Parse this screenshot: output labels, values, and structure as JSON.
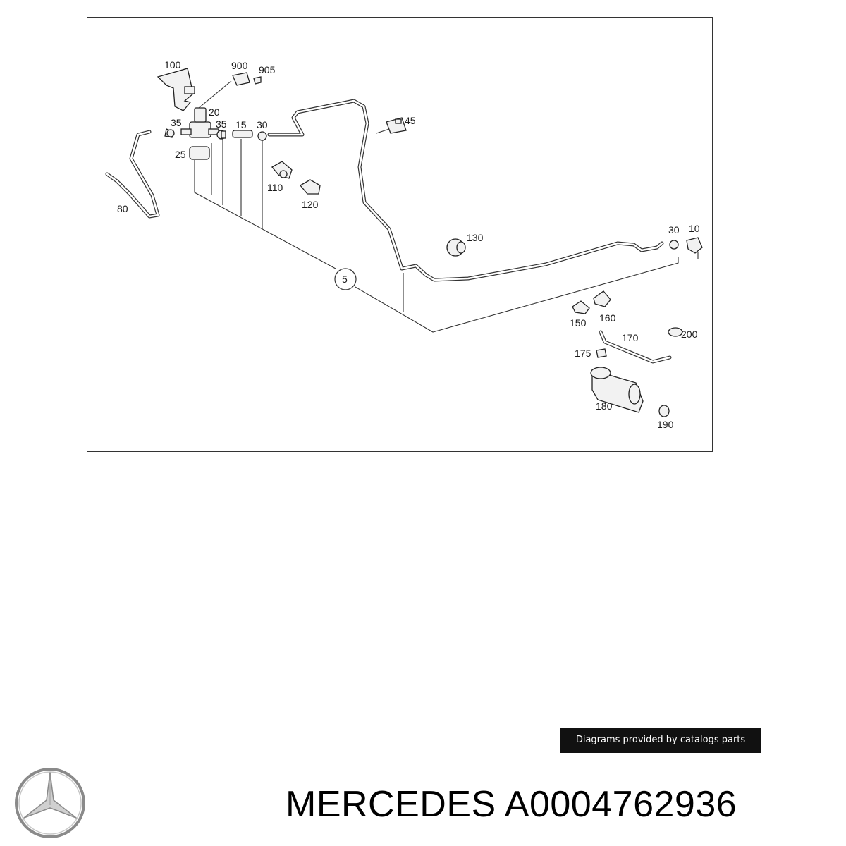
{
  "diagram": {
    "callouts": {
      "c100": "100",
      "c900": "900",
      "c905": "905",
      "c20": "20",
      "c35a": "35",
      "c35b": "35",
      "c15": "15",
      "c30a": "30",
      "c25": "25",
      "c45": "45",
      "c80": "80",
      "c110": "110",
      "c120": "120",
      "c5": "5",
      "c130": "130",
      "c30b": "30",
      "c10": "10",
      "c150": "150",
      "c160": "160",
      "c170": "170",
      "c200": "200",
      "c175": "175",
      "c180": "180",
      "c190": "190"
    }
  },
  "credit": "Diagrams provided by catalogs parts",
  "brand": {
    "title": "MERCEDES A0004762936",
    "logo_icon": "mercedes-star-icon"
  }
}
